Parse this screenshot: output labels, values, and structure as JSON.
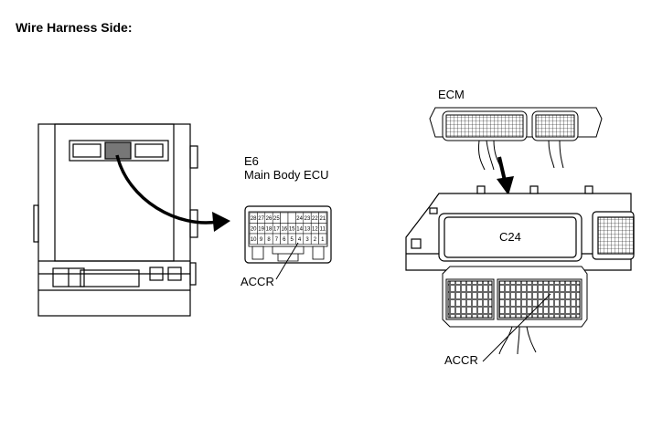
{
  "title": "Wire Harness Side:",
  "e6": {
    "code": "E6",
    "name": "Main Body ECU",
    "pins_top": [
      "28",
      "27",
      "26",
      "25",
      "",
      "",
      "24",
      "23",
      "22",
      "21"
    ],
    "pins_mid": [
      "20",
      "19",
      "18",
      "17",
      "16",
      "15",
      "14",
      "13",
      "12",
      "11"
    ],
    "pins_bot": [
      "10",
      "9",
      "8",
      "7",
      "6",
      "5",
      "4",
      "3",
      "2",
      "1"
    ],
    "terminal": "ACCR"
  },
  "ecm": {
    "name": "ECM",
    "connector": "C24",
    "terminal": "ACCR"
  }
}
